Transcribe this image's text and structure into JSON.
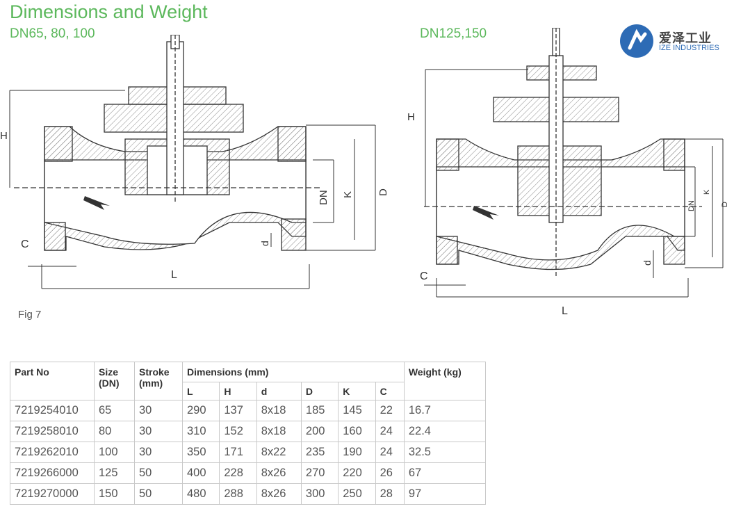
{
  "title": "Dimensions and Weight",
  "subtitle_left": "DN65, 80, 100",
  "subtitle_right": "DN125,150",
  "logo": {
    "cn": "爱泽工业",
    "en": "IZE INDUSTRIES",
    "color": "#2d6bb5"
  },
  "figure_caption": "Fig 7",
  "drawing_left": {
    "labels": {
      "H": "H",
      "C": "C",
      "L": "L",
      "DN": "DN",
      "K": "K",
      "D": "D",
      "d": "d"
    }
  },
  "drawing_right": {
    "labels": {
      "H": "H",
      "C": "C",
      "L": "L",
      "DN": "DN",
      "K": "K",
      "D": "D",
      "d": "d"
    }
  },
  "table": {
    "headers": {
      "part_no": "Part No",
      "size": "Size (DN)",
      "stroke": "Stroke (mm)",
      "dimensions": "Dimensions (mm)",
      "weight": "Weight (kg)",
      "dim_cols": [
        "L",
        "H",
        "d",
        "D",
        "K",
        "C"
      ]
    },
    "rows": [
      [
        "7219254010",
        "65",
        "30",
        "290",
        "137",
        "8x18",
        "185",
        "145",
        "22",
        "16.7"
      ],
      [
        "7219258010",
        "80",
        "30",
        "310",
        "152",
        "8x18",
        "200",
        "160",
        "24",
        "22.4"
      ],
      [
        "7219262010",
        "100",
        "30",
        "350",
        "171",
        "8x22",
        "235",
        "190",
        "24",
        "32.5"
      ],
      [
        "7219266000",
        "125",
        "50",
        "400",
        "228",
        "8x26",
        "270",
        "220",
        "26",
        "67"
      ],
      [
        "7219270000",
        "150",
        "50",
        "480",
        "288",
        "8x26",
        "300",
        "250",
        "28",
        "97"
      ]
    ]
  },
  "colors": {
    "accent": "#5cb85c",
    "line": "#333333",
    "hatch": "#999999"
  }
}
